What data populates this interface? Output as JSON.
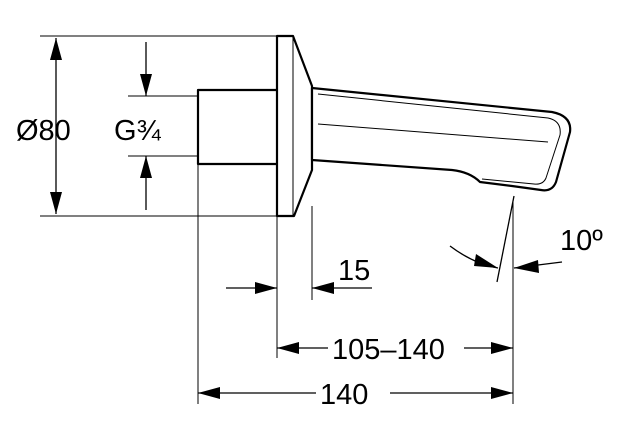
{
  "drawing": {
    "labels": {
      "diameter": "Ø80",
      "thread": "G¾",
      "angle": "10º",
      "flange_offset": "15",
      "spout_length": "105–140",
      "total_length": "140"
    }
  }
}
